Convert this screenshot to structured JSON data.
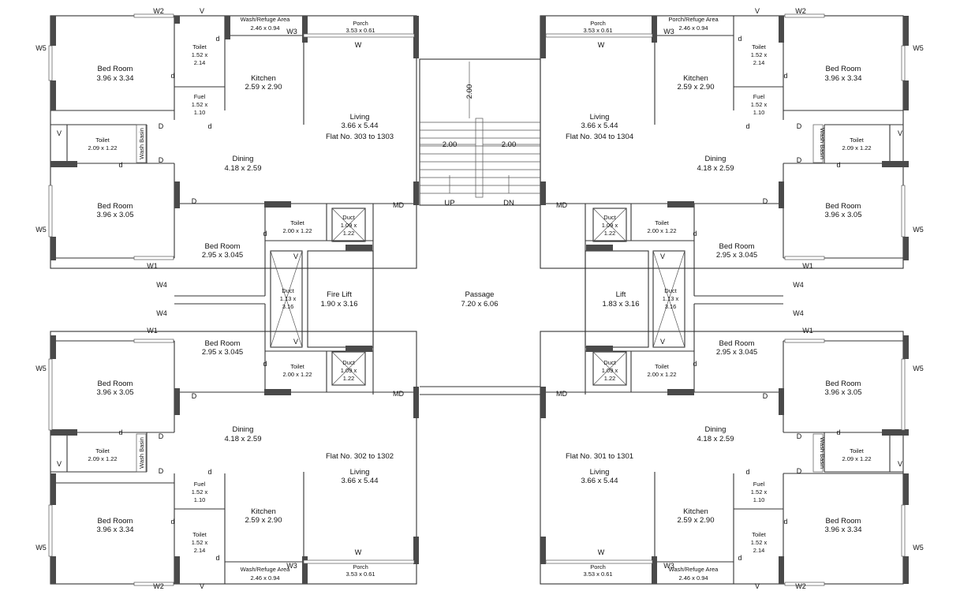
{
  "rooms": {
    "tl_bed1": {
      "name": "Bed Room",
      "size": "3.96 x 3.34"
    },
    "tl_toilet1": {
      "name": "Toilet",
      "size": "1.52 x",
      "size2": "2.14"
    },
    "tl_wash": {
      "name": "Wash/Refuge Area",
      "size": "2.46 x 0.94"
    },
    "tl_porch": {
      "name": "Porch",
      "size": "3.53 x 0.61"
    },
    "tl_kitchen": {
      "name": "Kitchen",
      "size": "2.59 x 2.90"
    },
    "tl_fuel": {
      "name": "Fuel",
      "size": "1.52 x",
      "size2": "1.10"
    },
    "tl_living": {
      "name": "Living",
      "size": "3.66 x 5.44"
    },
    "tl_flat": "Flat No. 303 to 1303",
    "tl_toilet2": {
      "name": "Toilet",
      "size": "2.09 x 1.22"
    },
    "tl_dining": {
      "name": "Dining",
      "size": "4.18 x 2.59"
    },
    "tl_bed2": {
      "name": "Bed Room",
      "size": "3.96 x 3.05"
    },
    "tl_bed3": {
      "name": "Bed Room",
      "size": "2.95 x 3.045"
    },
    "tl_toilet3": {
      "name": "Toilet",
      "size": "2.00 x 1.22"
    },
    "tl_duct1": {
      "name": "Duct",
      "size": "1.09 x",
      "size2": "1.22"
    },
    "c_duct": {
      "name": "Duct",
      "size": "1.13 x",
      "size2": "3.16"
    },
    "c_firelift": {
      "name": "Fire Lift",
      "size": "1.90 x 3.16"
    },
    "c_passage": {
      "name": "Passage",
      "size": "7.20 x 6.06"
    },
    "c_lift": {
      "name": "Lift",
      "size": "1.83 x 3.16"
    },
    "c_duct2": {
      "name": "Duct",
      "size": "1.13 x",
      "size2": "3.16"
    },
    "tr_porch": {
      "name": "Porch",
      "size": "3.53 x 0.61"
    },
    "tr_wash": {
      "name": "Porch/Refuge Area",
      "size": "2.46 x 0.94"
    },
    "tr_toilet1": {
      "name": "Toilet",
      "size": "1.52 x",
      "size2": "2.14"
    },
    "tr_bed1": {
      "name": "Bed Room",
      "size": "3.96 x 3.34"
    },
    "tr_kitchen": {
      "name": "Kitchen",
      "size": "2.59 x 2.90"
    },
    "tr_fuel": {
      "name": "Fuel",
      "size": "1.52 x",
      "size2": "1.10"
    },
    "tr_living": {
      "name": "Living",
      "size": "3.66 x 5.44"
    },
    "tr_flat": "Flat No. 304 to 1304",
    "tr_toilet2": {
      "name": "Toilet",
      "size": "2.09 x 1.22"
    },
    "tr_dining": {
      "name": "Dining",
      "size": "4.18 x 2.59"
    },
    "tr_bed2": {
      "name": "Bed Room",
      "size": "3.96 x 3.05"
    },
    "tr_bed3": {
      "name": "Bed Room",
      "size": "2.95 x 3.045"
    },
    "tr_toilet3": {
      "name": "Toilet",
      "size": "2.00 x 1.22"
    },
    "tr_duct1": {
      "name": "Duct",
      "size": "1.09 x",
      "size2": "1.22"
    },
    "bl_bed3": {
      "name": "Bed Room",
      "size": "2.95 x 3.045"
    },
    "bl_toilet3": {
      "name": "Toilet",
      "size": "2.00 x 1.22"
    },
    "bl_duct1": {
      "name": "Duct",
      "size": "1.09 x",
      "size2": "1.22"
    },
    "bl_bed2": {
      "name": "Bed Room",
      "size": "3.96 x 3.05"
    },
    "bl_dining": {
      "name": "Dining",
      "size": "4.18 x 2.59"
    },
    "bl_toilet2": {
      "name": "Toilet",
      "size": "2.09 x 1.22"
    },
    "bl_flat": "Flat No. 302 to 1302",
    "bl_living": {
      "name": "Living",
      "size": "3.66 x 5.44"
    },
    "bl_fuel": {
      "name": "Fuel",
      "size": "1.52 x",
      "size2": "1.10"
    },
    "bl_kitchen": {
      "name": "Kitchen",
      "size": "2.59 x 2.90"
    },
    "bl_bed1": {
      "name": "Bed Room",
      "size": "3.96 x 3.34"
    },
    "bl_toilet1": {
      "name": "Toilet",
      "size": "1.52 x",
      "size2": "2.14"
    },
    "bl_wash": {
      "name": "Wash/Refuge Area",
      "size": "2.46 x 0.94"
    },
    "bl_porch": {
      "name": "Porch",
      "size": "3.53 x 0.61"
    },
    "br_bed3": {
      "name": "Bed Room",
      "size": "2.95 x 3.045"
    },
    "br_toilet3": {
      "name": "Toilet",
      "size": "2.00 x 1.22"
    },
    "br_duct1": {
      "name": "Duct",
      "size": "1.09 x",
      "size2": "1.22"
    },
    "br_bed2": {
      "name": "Bed Room",
      "size": "3.96 x 3.05"
    },
    "br_dining": {
      "name": "Dining",
      "size": "4.18 x 2.59"
    },
    "br_toilet2": {
      "name": "Toilet",
      "size": "2.09 x 1.22"
    },
    "br_flat": "Flat No. 301 to 1301",
    "br_living": {
      "name": "Living",
      "size": "3.66 x 5.44"
    },
    "br_fuel": {
      "name": "Fuel",
      "size": "1.52 x",
      "size2": "1.10"
    },
    "br_kitchen": {
      "name": "Kitchen",
      "size": "2.59 x 2.90"
    },
    "br_bed1": {
      "name": "Bed Room",
      "size": "3.96 x 3.34"
    },
    "br_toilet1": {
      "name": "Toilet",
      "size": "1.52 x",
      "size2": "2.14"
    },
    "br_wash": {
      "name": "Wash/Refuge Area",
      "size": "2.46 x 0.94"
    },
    "br_porch": {
      "name": "Porch",
      "size": "3.53 x 0.61"
    }
  },
  "stair": {
    "dim_v": "2.00",
    "dim_l": "2.00",
    "dim_r": "2.00",
    "up": "UP",
    "dn": "DN"
  },
  "labels": {
    "W": "W",
    "W1": "W1",
    "W2": "W2",
    "W3": "W3",
    "W4": "W4",
    "W5": "W5",
    "V": "V",
    "D": "D",
    "d": "d",
    "MD": "MD",
    "wash_basin": "Wash Basin"
  }
}
